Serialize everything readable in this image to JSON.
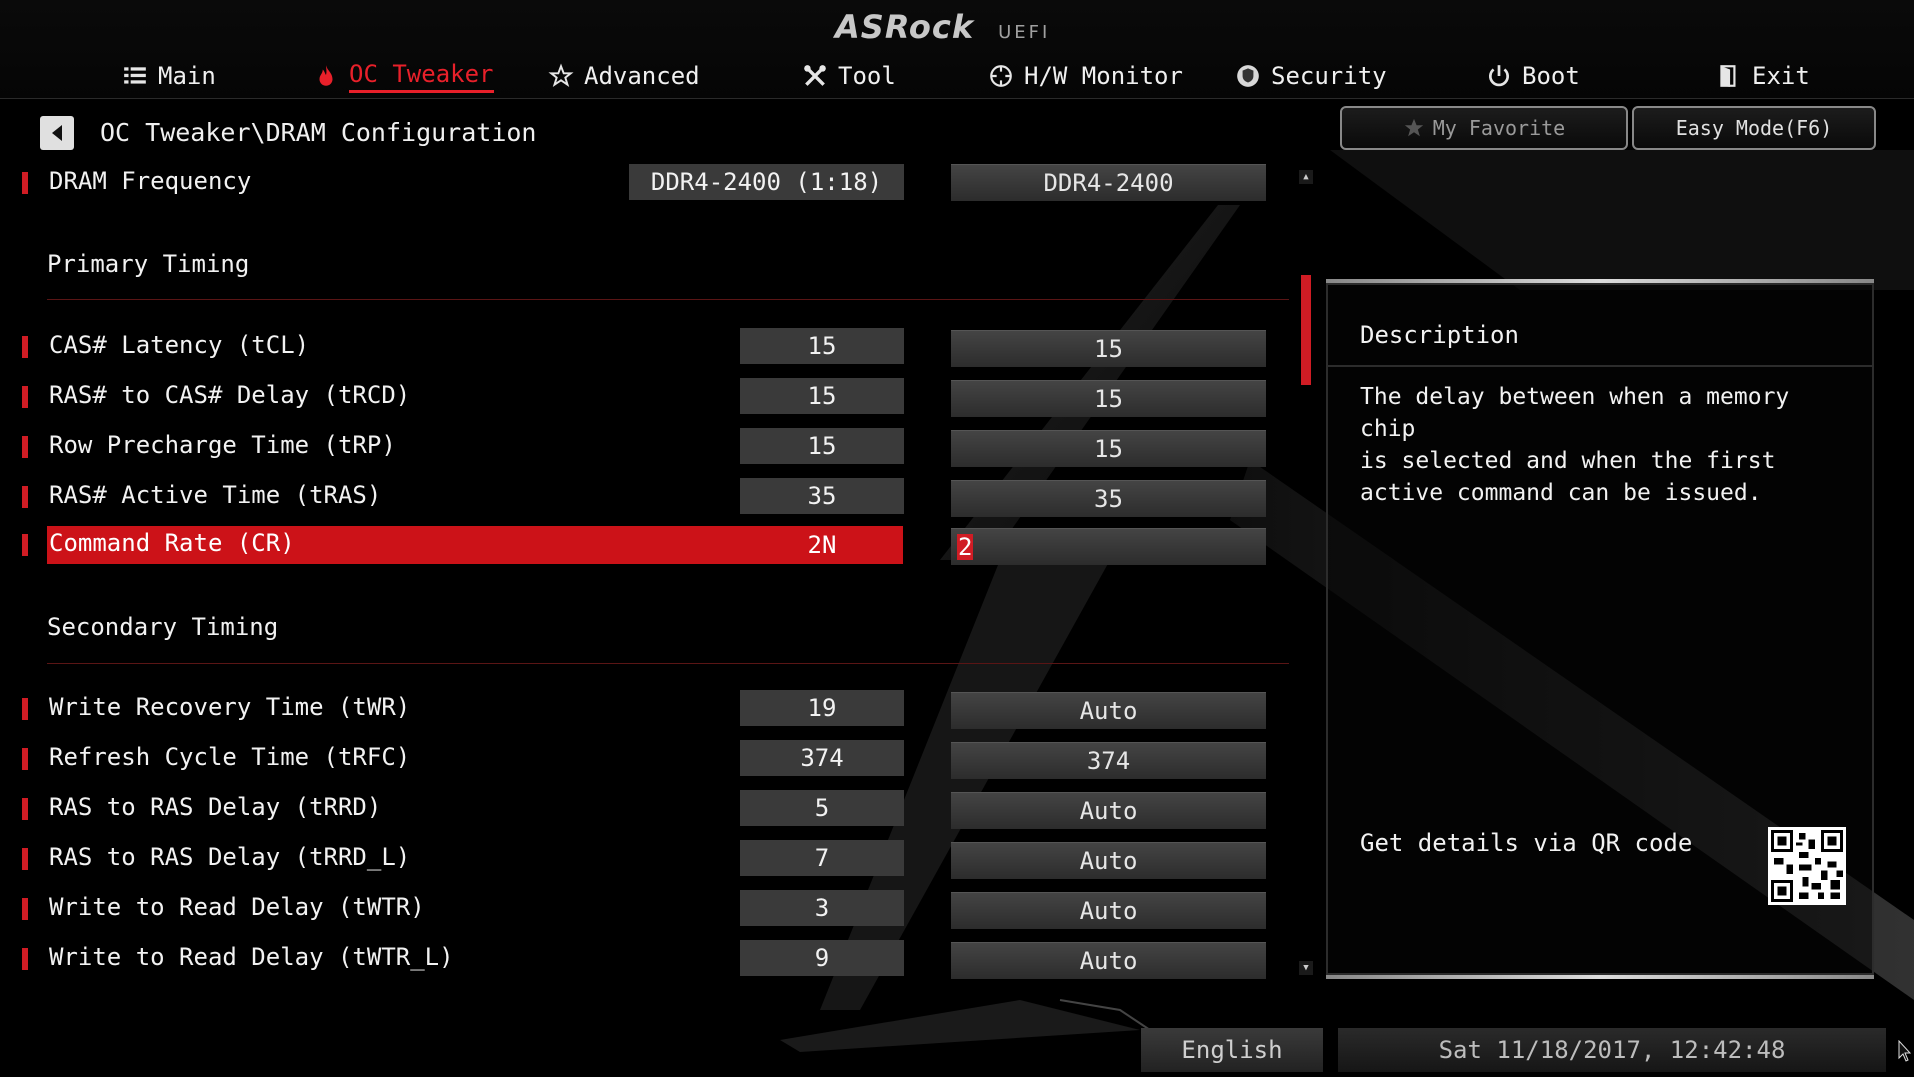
{
  "brand": {
    "logo": "ASRock",
    "suffix": "UEFI"
  },
  "nav": {
    "tabs": [
      {
        "label": "Main",
        "icon": "list-icon"
      },
      {
        "label": "OC Tweaker",
        "icon": "flame-icon",
        "active": true
      },
      {
        "label": "Advanced",
        "icon": "star-icon"
      },
      {
        "label": "Tool",
        "icon": "tools-icon"
      },
      {
        "label": "H/W Monitor",
        "icon": "monitor-icon"
      },
      {
        "label": "Security",
        "icon": "shield-icon"
      },
      {
        "label": "Boot",
        "icon": "power-icon"
      },
      {
        "label": "Exit",
        "icon": "exit-door-icon"
      }
    ]
  },
  "breadcrumb": "OC Tweaker\\DRAM Configuration",
  "buttons": {
    "favorite": "My Favorite",
    "easy_mode": "Easy Mode(F6)"
  },
  "dram_frequency": {
    "label": "DRAM Frequency",
    "current": "DDR4-2400 (1:18)",
    "setting": "DDR4-2400"
  },
  "primary": {
    "title": "Primary Timing",
    "rows": [
      {
        "label": "CAS# Latency (tCL)",
        "current": "15",
        "setting": "15"
      },
      {
        "label": "RAS# to CAS# Delay (tRCD)",
        "current": "15",
        "setting": "15"
      },
      {
        "label": "Row Precharge Time (tRP)",
        "current": "15",
        "setting": "15"
      },
      {
        "label": "RAS# Active Time (tRAS)",
        "current": "35",
        "setting": "35"
      },
      {
        "label": "Command Rate (CR)",
        "current": "2N",
        "setting": "2"
      }
    ]
  },
  "secondary": {
    "title": "Secondary Timing",
    "rows": [
      {
        "label": "Write Recovery Time (tWR)",
        "current": "19",
        "setting": "Auto"
      },
      {
        "label": "Refresh Cycle Time (tRFC)",
        "current": "374",
        "setting": "374"
      },
      {
        "label": "RAS to RAS Delay (tRRD)",
        "current": "5",
        "setting": "Auto"
      },
      {
        "label": "RAS to RAS Delay (tRRD_L)",
        "current": "7",
        "setting": "Auto"
      },
      {
        "label": "Write to Read Delay (tWTR)",
        "current": "3",
        "setting": "Auto"
      },
      {
        "label": "Write to Read Delay (tWTR_L)",
        "current": "9",
        "setting": "Auto"
      }
    ]
  },
  "description": {
    "title": "Description",
    "text": "The delay between when a memory chip\nis selected and when the first\nactive command can be issued.",
    "qr_label": "Get details via QR code"
  },
  "footer": {
    "language": "English",
    "datetime": "Sat 11/18/2017, 12:42:48"
  },
  "colors": {
    "accent": "#d01c24",
    "highlight": "#cc1218",
    "field": "#3a3a3a"
  }
}
